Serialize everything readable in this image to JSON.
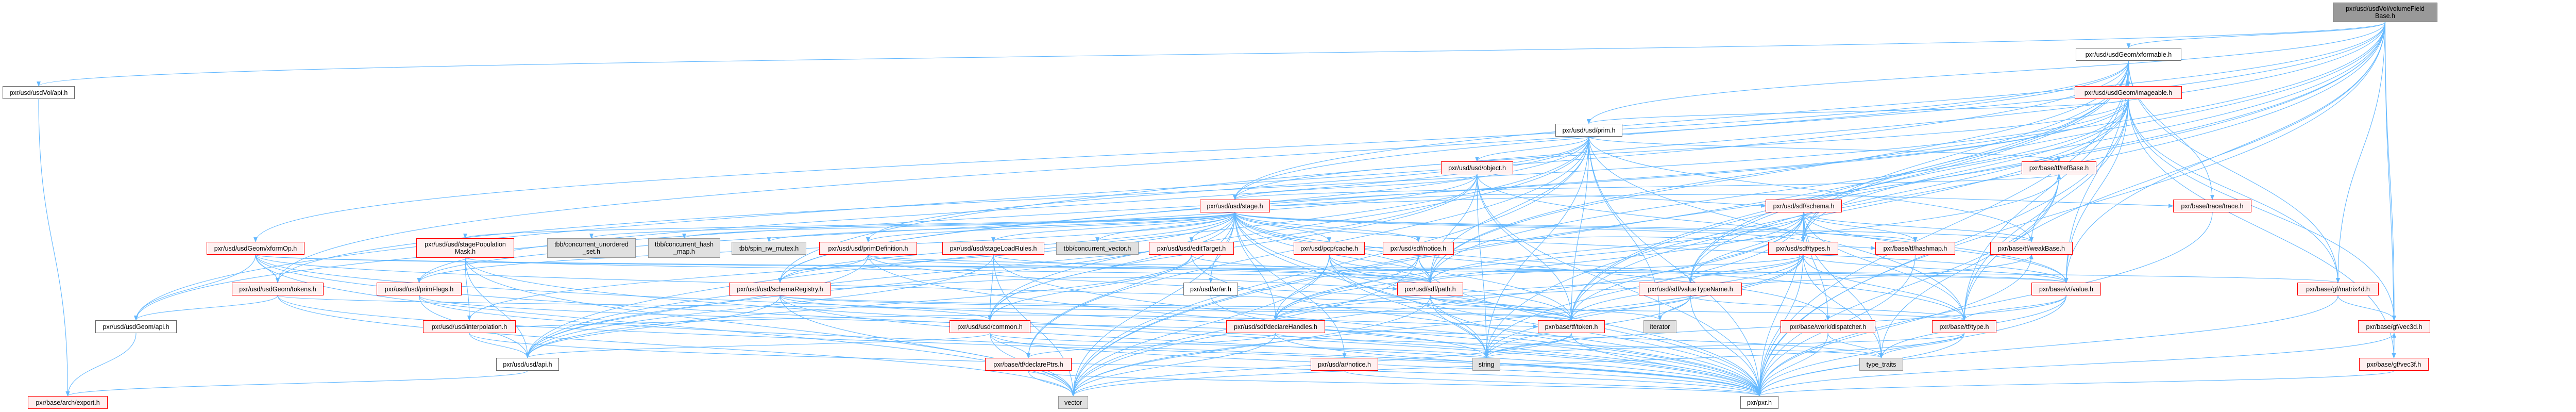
{
  "title": "Include dependency graph for volumeFieldBase.h",
  "colors": {
    "edge": "#63b8ff",
    "documented_border": "#ff0000",
    "documented_fill": "#fff0f0",
    "root_fill": "#999999",
    "external_fill": "#e0e0e0"
  },
  "nodes": {
    "vfb": "pxr/usd/usdVol/volumeField\nBase.h",
    "xformable": "pxr/usd/usdGeom/xformable.h",
    "usdVolApi": "pxr/usd/usdVol/api.h",
    "imageable": "pxr/usd/usdGeom/imageable.h",
    "prim": "pxr/usd/usd/prim.h",
    "object": "pxr/usd/usd/object.h",
    "refBase": "pxr/base/tf/refBase.h",
    "stage": "pxr/usd/usd/stage.h",
    "sdfSchema": "pxr/usd/sdf/schema.h",
    "trace": "pxr/base/trace/trace.h",
    "xformOp": "pxr/usd/usdGeom/xformOp.h",
    "stagePop": "pxr/usd/usd/stagePopulation\nMask.h",
    "tbbSet": "tbb/concurrent_unordered\n_set.h",
    "tbbHash": "tbb/concurrent_hash\n_map.h",
    "tbbMutex": "tbb/spin_rw_mutex.h",
    "primDefinition": "pxr/usd/usd/primDefinition.h",
    "stageLoadRules": "pxr/usd/usd/stageLoadRules.h",
    "tbbVector": "tbb/concurrent_vector.h",
    "editTarget": "pxr/usd/usd/editTarget.h",
    "pcpCache": "pxr/usd/pcp/cache.h",
    "sdfNotice": "pxr/usd/sdf/notice.h",
    "sdfTypes": "pxr/usd/sdf/types.h",
    "hashmap": "pxr/base/tf/hashmap.h",
    "weakBase": "pxr/base/tf/weakBase.h",
    "geomTokens": "pxr/usd/usdGeom/tokens.h",
    "primFlags": "pxr/usd/usd/primFlags.h",
    "schemaRegistry": "pxr/usd/usd/schemaRegistry.h",
    "ar": "pxr/usd/ar/ar.h",
    "sdfPath": "pxr/usd/sdf/path.h",
    "valueTypeName": "pxr/usd/sdf/valueTypeName.h",
    "vtValue": "pxr/base/vt/value.h",
    "matrix4d": "pxr/base/gf/matrix4d.h",
    "geomApi": "pxr/usd/usdGeom/api.h",
    "interpolation": "pxr/usd/usd/interpolation.h",
    "common": "pxr/usd/usd/common.h",
    "declareHandles": "pxr/usd/sdf/declareHandles.h",
    "token": "pxr/base/tf/token.h",
    "iterator": "iterator",
    "dispatcher": "pxr/base/work/dispatcher.h",
    "tfType": "pxr/base/tf/type.h",
    "vec3d": "pxr/base/gf/vec3d.h",
    "usdApi": "pxr/usd/usd/api.h",
    "declarePtrs": "pxr/base/tf/declarePtrs.h",
    "arNotice": "pxr/usd/ar/notice.h",
    "string": "string",
    "typeTraits": "type_traits",
    "vec3f": "pxr/base/gf/vec3f.h",
    "export": "pxr/base/arch/export.h",
    "vector": "vector",
    "pxr": "pxr/pxr.h"
  },
  "edges": [
    [
      "vfb",
      "usdVolApi"
    ],
    [
      "vfb",
      "xformable"
    ],
    [
      "vfb",
      "prim"
    ],
    [
      "vfb",
      "stage"
    ],
    [
      "vfb",
      "token"
    ],
    [
      "vfb",
      "tfType"
    ],
    [
      "vfb",
      "vtValue"
    ],
    [
      "vfb",
      "matrix4d"
    ],
    [
      "vfb",
      "vec3d"
    ],
    [
      "vfb",
      "vec3f"
    ],
    [
      "vfb",
      "pxr"
    ],
    [
      "vfb",
      "sdfPath"
    ],
    [
      "vfb",
      "sdfTypes"
    ],
    [
      "vfb",
      "valueTypeName"
    ],
    [
      "vfb",
      "schemaRegistry"
    ],
    [
      "vfb",
      "geomTokens"
    ],
    [
      "vfb",
      "vector"
    ],
    [
      "vfb",
      "string"
    ],
    [
      "xformable",
      "imageable"
    ],
    [
      "xformable",
      "geomApi"
    ],
    [
      "xformable",
      "xformOp"
    ],
    [
      "xformable",
      "stage"
    ],
    [
      "xformable",
      "token"
    ],
    [
      "xformable",
      "tfType"
    ],
    [
      "xformable",
      "vtValue"
    ],
    [
      "xformable",
      "matrix4d"
    ],
    [
      "xformable",
      "pxr"
    ],
    [
      "xformable",
      "sdfPath"
    ],
    [
      "xformable",
      "valueTypeName"
    ],
    [
      "xformable",
      "sdfTypes"
    ],
    [
      "xformable",
      "trace"
    ],
    [
      "xformable",
      "vector"
    ],
    [
      "imageable",
      "geomApi"
    ],
    [
      "imageable",
      "geomTokens"
    ],
    [
      "imageable",
      "prim"
    ],
    [
      "imageable",
      "stage"
    ],
    [
      "imageable",
      "schemaRegistry"
    ],
    [
      "imageable",
      "token"
    ],
    [
      "imageable",
      "tfType"
    ],
    [
      "imageable",
      "vtValue"
    ],
    [
      "imageable",
      "matrix4d"
    ],
    [
      "imageable",
      "vec3d"
    ],
    [
      "imageable",
      "vec3f"
    ],
    [
      "imageable",
      "pxr"
    ],
    [
      "imageable",
      "sdfPath"
    ],
    [
      "imageable",
      "valueTypeName"
    ],
    [
      "imageable",
      "sdfTypes"
    ],
    [
      "usdVolApi",
      "export"
    ],
    [
      "prim",
      "object"
    ],
    [
      "prim",
      "primFlags"
    ],
    [
      "prim",
      "schemaRegistry"
    ],
    [
      "prim",
      "primDefinition"
    ],
    [
      "prim",
      "common"
    ],
    [
      "prim",
      "usdApi"
    ],
    [
      "prim",
      "sdfPath"
    ],
    [
      "prim",
      "token"
    ],
    [
      "prim",
      "refBase"
    ],
    [
      "prim",
      "weakBase"
    ],
    [
      "prim",
      "tfType"
    ],
    [
      "prim",
      "string"
    ],
    [
      "prim",
      "vector"
    ],
    [
      "prim",
      "iterator"
    ],
    [
      "prim",
      "pxr"
    ],
    [
      "prim",
      "declarePtrs"
    ],
    [
      "object",
      "common"
    ],
    [
      "object",
      "primFlags"
    ],
    [
      "object",
      "sdfPath"
    ],
    [
      "object",
      "token"
    ],
    [
      "object",
      "usdApi"
    ],
    [
      "object",
      "pxr"
    ],
    [
      "object",
      "string"
    ],
    [
      "object",
      "vtValue"
    ],
    [
      "object",
      "stage"
    ],
    [
      "stage",
      "stagePop"
    ],
    [
      "stage",
      "tbbSet"
    ],
    [
      "stage",
      "tbbHash"
    ],
    [
      "stage",
      "tbbMutex"
    ],
    [
      "stage",
      "tbbVector"
    ],
    [
      "stage",
      "primDefinition"
    ],
    [
      "stage",
      "stageLoadRules"
    ],
    [
      "stage",
      "editTarget"
    ],
    [
      "stage",
      "pcpCache"
    ],
    [
      "stage",
      "sdfNotice"
    ],
    [
      "stage",
      "ar"
    ],
    [
      "stage",
      "common"
    ],
    [
      "stage",
      "declareHandles"
    ],
    [
      "stage",
      "declarePtrs"
    ],
    [
      "stage",
      "arNotice"
    ],
    [
      "stage",
      "usdApi"
    ],
    [
      "stage",
      "interpolation"
    ],
    [
      "stage",
      "primFlags"
    ],
    [
      "stage",
      "schemaRegistry"
    ],
    [
      "stage",
      "sdfPath"
    ],
    [
      "stage",
      "sdfTypes"
    ],
    [
      "stage",
      "token"
    ],
    [
      "stage",
      "hashmap"
    ],
    [
      "stage",
      "weakBase"
    ],
    [
      "stage",
      "refBase"
    ],
    [
      "stage",
      "tfType"
    ],
    [
      "stage",
      "vtValue"
    ],
    [
      "stage",
      "dispatcher"
    ],
    [
      "stage",
      "string"
    ],
    [
      "stage",
      "vector"
    ],
    [
      "stage",
      "pxr"
    ],
    [
      "stage",
      "sdfSchema"
    ],
    [
      "stage",
      "trace"
    ],
    [
      "sdfSchema",
      "sdfTypes"
    ],
    [
      "sdfSchema",
      "hashmap"
    ],
    [
      "sdfSchema",
      "weakBase"
    ],
    [
      "sdfSchema",
      "tfType"
    ],
    [
      "sdfSchema",
      "vtValue"
    ],
    [
      "sdfSchema",
      "token"
    ],
    [
      "sdfSchema",
      "sdfPath"
    ],
    [
      "sdfSchema",
      "pxr"
    ],
    [
      "sdfSchema",
      "dispatcher"
    ],
    [
      "sdfSchema",
      "typeTraits"
    ],
    [
      "sdfSchema",
      "valueTypeName"
    ],
    [
      "sdfSchema",
      "declareHandles"
    ],
    [
      "sdfSchema",
      "string"
    ],
    [
      "sdfSchema",
      "vector"
    ],
    [
      "sdfTypes",
      "token"
    ],
    [
      "sdfTypes",
      "tfType"
    ],
    [
      "sdfTypes",
      "vtValue"
    ],
    [
      "sdfTypes",
      "pxr"
    ],
    [
      "sdfTypes",
      "vector"
    ],
    [
      "sdfTypes",
      "string"
    ],
    [
      "sdfTypes",
      "typeTraits"
    ],
    [
      "sdfTypes",
      "declareHandles"
    ],
    [
      "sdfTypes",
      "valueTypeName"
    ],
    [
      "sdfTypes",
      "sdfPath"
    ],
    [
      "xformOp",
      "geomApi"
    ],
    [
      "xformOp",
      "geomTokens"
    ],
    [
      "xformOp",
      "token"
    ],
    [
      "xformOp",
      "vtValue"
    ],
    [
      "xformOp",
      "matrix4d"
    ],
    [
      "xformOp",
      "pxr"
    ],
    [
      "xformOp",
      "vector"
    ],
    [
      "xformOp",
      "string"
    ],
    [
      "geomTokens",
      "geomApi"
    ],
    [
      "geomTokens",
      "token"
    ],
    [
      "geomTokens",
      "pxr"
    ],
    [
      "geomTokens",
      "vector"
    ],
    [
      "geomApi",
      "export"
    ],
    [
      "stagePop",
      "usdApi"
    ],
    [
      "stagePop",
      "sdfPath"
    ],
    [
      "stagePop",
      "pxr"
    ],
    [
      "stagePop",
      "vector"
    ],
    [
      "stagePop",
      "interpolation"
    ],
    [
      "primDefinition",
      "schemaRegistry"
    ],
    [
      "primDefinition",
      "usdApi"
    ],
    [
      "primDefinition",
      "sdfPath"
    ],
    [
      "primDefinition",
      "token"
    ],
    [
      "primDefinition",
      "pxr"
    ],
    [
      "primDefinition",
      "vtValue"
    ],
    [
      "schemaRegistry",
      "usdApi"
    ],
    [
      "schemaRegistry",
      "common"
    ],
    [
      "schemaRegistry",
      "token"
    ],
    [
      "schemaRegistry",
      "tfType"
    ],
    [
      "schemaRegistry",
      "pxr"
    ],
    [
      "schemaRegistry",
      "sdfPath"
    ],
    [
      "schemaRegistry",
      "vector"
    ],
    [
      "stageLoadRules",
      "common"
    ],
    [
      "stageLoadRules",
      "usdApi"
    ],
    [
      "stageLoadRules",
      "sdfPath"
    ],
    [
      "stageLoadRules",
      "pxr"
    ],
    [
      "stageLoadRules",
      "vector"
    ],
    [
      "editTarget",
      "common"
    ],
    [
      "editTarget",
      "usdApi"
    ],
    [
      "editTarget",
      "sdfPath"
    ],
    [
      "editTarget",
      "pxr"
    ],
    [
      "pcpCache",
      "sdfPath"
    ],
    [
      "pcpCache",
      "declareHandles"
    ],
    [
      "pcpCache",
      "string"
    ],
    [
      "pcpCache",
      "pxr"
    ],
    [
      "pcpCache",
      "vector"
    ],
    [
      "pcpCache",
      "token"
    ],
    [
      "pcpCache",
      "hashmap"
    ],
    [
      "sdfNotice",
      "sdfPath"
    ],
    [
      "sdfNotice",
      "declareHandles"
    ],
    [
      "sdfNotice",
      "pxr"
    ],
    [
      "sdfNotice",
      "vector"
    ],
    [
      "primFlags",
      "usdApi"
    ],
    [
      "primFlags",
      "pxr"
    ],
    [
      "primFlags",
      "typeTraits"
    ],
    [
      "interpolation",
      "usdApi"
    ],
    [
      "interpolation",
      "token"
    ],
    [
      "interpolation",
      "pxr"
    ],
    [
      "common",
      "declarePtrs"
    ],
    [
      "common",
      "usdApi"
    ],
    [
      "common",
      "pxr"
    ],
    [
      "common",
      "vector"
    ],
    [
      "common",
      "string"
    ],
    [
      "declareHandles",
      "declarePtrs"
    ],
    [
      "declareHandles",
      "weakBase"
    ],
    [
      "declareHandles",
      "refBase"
    ],
    [
      "declareHandles",
      "pxr"
    ],
    [
      "declareHandles",
      "vector"
    ],
    [
      "declareHandles",
      "typeTraits"
    ],
    [
      "sdfPath",
      "token"
    ],
    [
      "sdfPath",
      "string"
    ],
    [
      "sdfPath",
      "iterator"
    ],
    [
      "sdfPath",
      "pxr"
    ],
    [
      "sdfPath",
      "vector"
    ],
    [
      "valueTypeName",
      "token"
    ],
    [
      "valueTypeName",
      "tfType"
    ],
    [
      "valueTypeName",
      "iterator"
    ],
    [
      "valueTypeName",
      "pxr"
    ],
    [
      "valueTypeName",
      "string"
    ],
    [
      "vtValue",
      "tfType"
    ],
    [
      "vtValue",
      "typeTraits"
    ],
    [
      "vtValue",
      "pxr"
    ],
    [
      "vtValue",
      "string"
    ],
    [
      "matrix4d",
      "vec3d"
    ],
    [
      "matrix4d",
      "pxr"
    ],
    [
      "vec3d",
      "vec3f"
    ],
    [
      "vec3d",
      "pxr"
    ],
    [
      "vec3f",
      "vec3d"
    ],
    [
      "vec3f",
      "pxr"
    ],
    [
      "token",
      "string"
    ],
    [
      "token",
      "pxr"
    ],
    [
      "token",
      "vector"
    ],
    [
      "tfType",
      "pxr"
    ],
    [
      "tfType",
      "string"
    ],
    [
      "tfType",
      "vector"
    ],
    [
      "tfType",
      "typeTraits"
    ],
    [
      "refBase",
      "pxr"
    ],
    [
      "refBase",
      "typeTraits"
    ],
    [
      "weakBase",
      "pxr"
    ],
    [
      "weakBase",
      "refBase"
    ],
    [
      "hashmap",
      "pxr"
    ],
    [
      "trace",
      "pxr"
    ],
    [
      "dispatcher",
      "pxr"
    ],
    [
      "dispatcher",
      "typeTraits"
    ],
    [
      "declarePtrs",
      "pxr"
    ],
    [
      "declarePtrs",
      "vector"
    ],
    [
      "arNotice",
      "pxr"
    ],
    [
      "ar",
      "pxr"
    ],
    [
      "usdApi",
      "export"
    ]
  ]
}
